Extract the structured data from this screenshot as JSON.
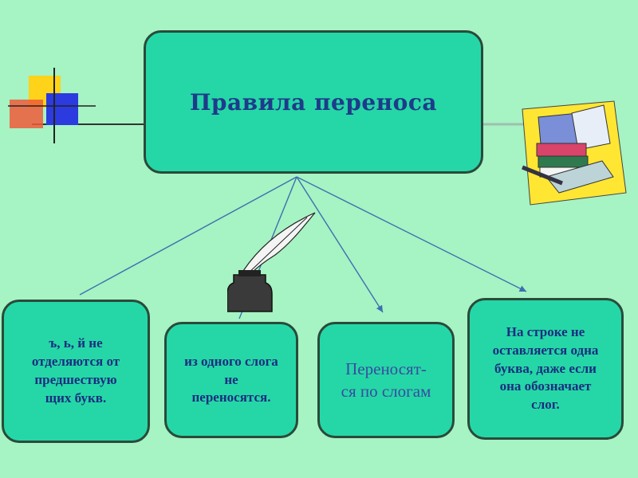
{
  "title": "Правила переноса",
  "rules": [
    {
      "text": "ъ, ь, й не\nотделяются от\nпредшествую\nщих букв."
    },
    {
      "text": "из одного слога\nне\nпереносятся."
    },
    {
      "text": "Переносят-\nся по слогам"
    },
    {
      "text": "На строке не\nоставляется одна\nбуква, даже если\nона обозначает\nслог."
    }
  ],
  "colors": {
    "background": "#a6f3c3",
    "box_fill": "#25d7a7",
    "box_border": "#2a4a3a",
    "text": "#1a2d80",
    "title": "#1f3a8a"
  },
  "icons": [
    "color-squares-icon",
    "books-icon",
    "quill-inkwell-icon"
  ]
}
